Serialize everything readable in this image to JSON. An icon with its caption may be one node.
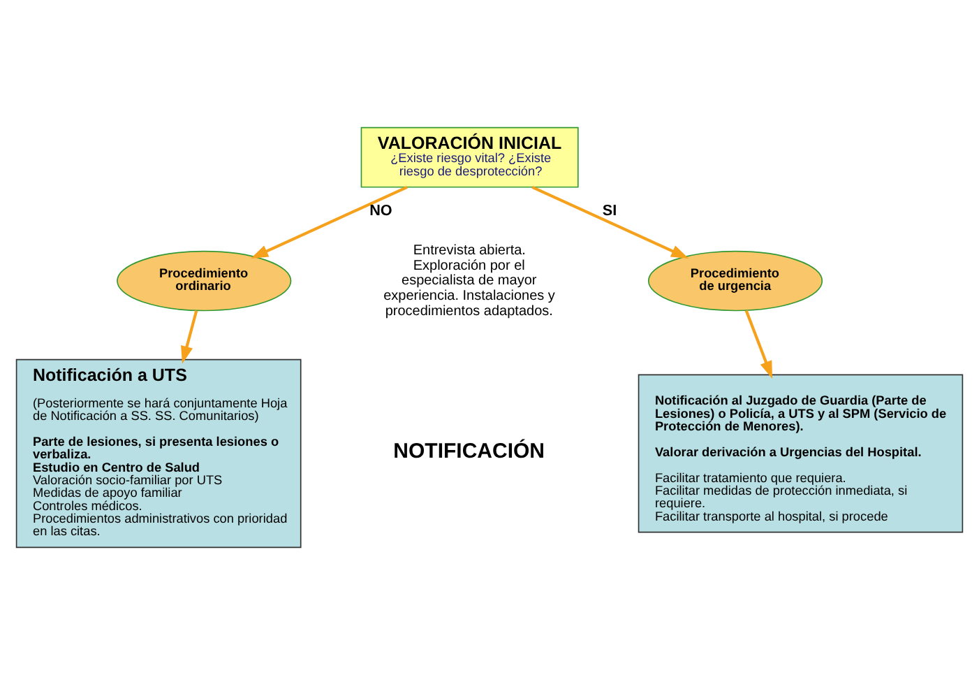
{
  "diagram": {
    "nodes": [
      {
        "text": [
          "VALORACIÓN INICIAL",
          "¿Existe riesgo vital? ¿Existe riesgo de desprotección?"
        ]
      },
      {
        "text": [
          "Procedimiento ordinario"
        ]
      },
      {
        "text": [
          "Procedimiento de urgencia"
        ]
      },
      {
        "text": [
          "Notificación a UTS",
          "(Posteriormente se hará conjuntamente Hoja de Notificación a SS. SS. Comunitarios)",
          "Parte de lesiones, si presenta lesiones o verbaliza.",
          "Estudio en Centro de Salud",
          "Valoración socio-familiar por UTS",
          "Medidas de apoyo familiar",
          "Controles médicos.",
          "Procedimientos administrativos con prioridad en las citas."
        ]
      },
      {
        "text": [
          "Notificación al Juzgado de Guardia (Parte de Lesiones) o Policía, a UTS y al SPM (Servicio de Protección de Menores).",
          "Valorar derivación a Urgencias del Hospital.",
          "Facilitar tratamiento que requiera.",
          "Facilitar medidas de protección inmediata, si requiere.",
          "Facilitar transporte al hospital, si procede"
        ]
      }
    ],
    "edges": [
      {
        "from": 0,
        "to": 1,
        "arrow": "to",
        "label": "NO"
      },
      {
        "from": 0,
        "to": 2,
        "arrow": "to",
        "label": "SI"
      },
      {
        "from": 1,
        "to": 3,
        "arrow": "to"
      },
      {
        "from": 2,
        "to": 4,
        "arrow": "to"
      }
    ],
    "labels": [
      "Entrevista abierta. Exploración por el especialista de mayor experiencia. Instalaciones y procedimientos adaptados.",
      "NOTIFICACIÓN"
    ]
  }
}
